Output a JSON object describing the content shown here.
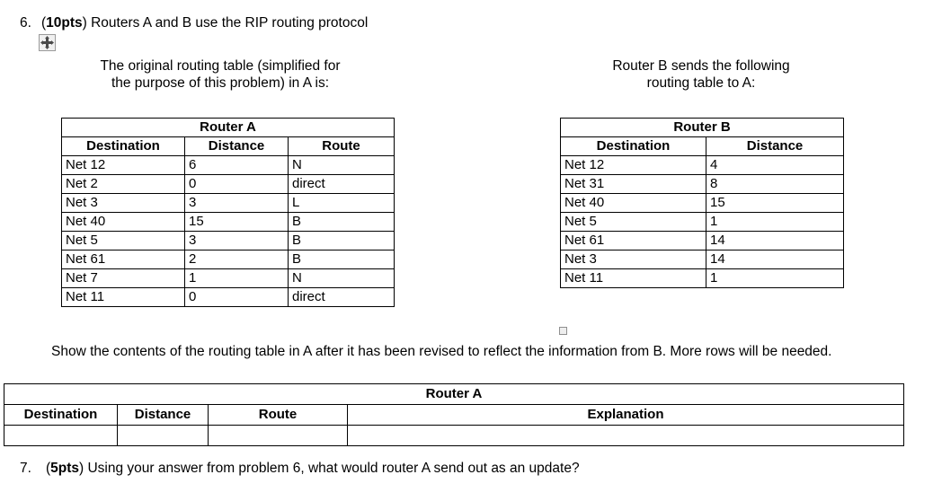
{
  "questions": {
    "q6": {
      "number": "6.",
      "points": "10pts",
      "text_before": "(",
      "text_after": ") Routers A and B use the RIP routing protocol"
    },
    "q7": {
      "number": "7.",
      "points": "5pts",
      "text_before": "(",
      "text_after": ") Using your answer from problem 6, what would router A send out as an update?"
    }
  },
  "captions": {
    "left_line1": "The original routing table (simplified for",
    "left_line2": "the purpose of this problem) in A is:",
    "right_line1": "Router B sends the following",
    "right_line2": "routing table to A:"
  },
  "router_a_table": {
    "title": "Router A",
    "headers": [
      "Destination",
      "Distance",
      "Route"
    ],
    "rows": [
      [
        "Net 12",
        "6",
        "N"
      ],
      [
        "Net 2",
        "0",
        "direct"
      ],
      [
        "Net 3",
        "3",
        "L"
      ],
      [
        "Net 40",
        "15",
        "B"
      ],
      [
        "Net 5",
        "3",
        "B"
      ],
      [
        "Net 61",
        "2",
        "B"
      ],
      [
        "Net 7",
        "1",
        "N"
      ],
      [
        "Net 11",
        "0",
        "direct"
      ]
    ]
  },
  "router_b_table": {
    "title": "Router B",
    "headers": [
      "Destination",
      "Distance"
    ],
    "rows": [
      [
        "Net 12",
        "4"
      ],
      [
        "Net 31",
        "8"
      ],
      [
        "Net 40",
        "15"
      ],
      [
        "Net 5",
        "1"
      ],
      [
        "Net 61",
        "14"
      ],
      [
        "Net 3",
        "14"
      ],
      [
        "Net 11",
        "1"
      ]
    ]
  },
  "instruction": {
    "text": "Show the contents of the routing table in A after it has been revised to reflect the information from B. More rows will be needed."
  },
  "answer_table": {
    "title": "Router A",
    "headers": [
      "Destination",
      "Distance",
      "Route",
      "Explanation"
    ],
    "rows": [
      [
        "",
        "",
        "",
        ""
      ]
    ]
  },
  "icons": {
    "move_handle": "move-handle-icon",
    "resize_handle": "resize-handle-icon"
  },
  "colors": {
    "page_background": "#ffffff",
    "text": "#000000",
    "table_border": "#000000",
    "handle_border": "#9a9a9a",
    "handle_fill": "#f0f0f0"
  }
}
